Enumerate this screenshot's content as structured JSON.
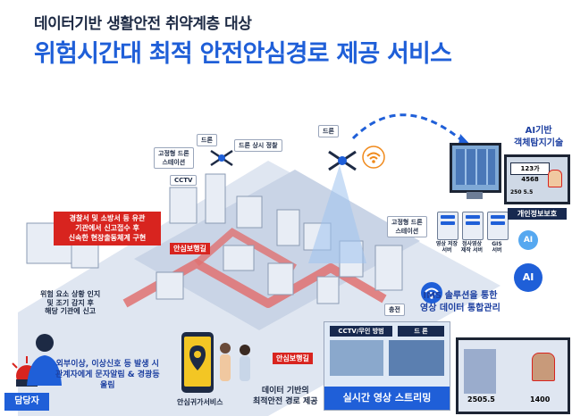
{
  "title": {
    "subtitle": "데이터기반 생활안전 취약계층 대상",
    "main": "위험시간대 최적 안전안심경로 제공 서비스"
  },
  "labels": {
    "drone": "드론",
    "drone_patrol": "드론 상시 정찰",
    "drone_fixed_1": "고정형 드론\n스테이션",
    "drone_fixed_2": "고정형 드론\n스테이션",
    "cctv": "CCTV",
    "police_box": "경찰서 및 소방서 등 유관\n기관에서 신고접수 후\n신속한 현장출동체계 구현",
    "safe_road_1": "안심보행길",
    "safe_road_2": "안심보행길",
    "risk_detect": "위험 요소 상황 인지\n및 조기 감지 후\n해당 기관에 신고",
    "operator": "담당자",
    "alert_msg": "외부이상, 이상신호 등 발생 시\n관계자에게 문자알림 & 경광등\n울림",
    "app_label": "안심귀가서비스",
    "route_label": "데이터 기반의\n최적안전 경로 제공",
    "charge": "충전",
    "ai_detect": "AI기반\n객체탐지기술",
    "privacy": "개인정보보호",
    "ai": "AI",
    "ims": "IMS 솔루션을 통한\n영상 데이터 통합관리",
    "stream_tab_1": "CCTV/무인 방범",
    "stream_tab_2": "드 론",
    "stream_title": "실시간 영상 스트리밍",
    "server_1": "영상 저장\n서버",
    "server_2": "정사영상\n제작 서버",
    "server_3": "GIS\n서버",
    "plate_1": "123가 4568",
    "plate_2": "250 5.5",
    "plate_3": "2505.5",
    "plate_4": "1400"
  }
}
